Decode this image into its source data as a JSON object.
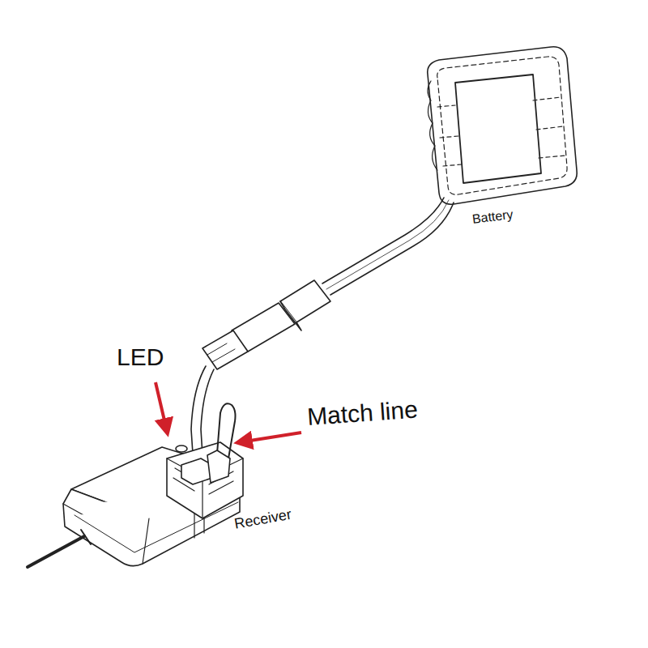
{
  "diagram": {
    "labels": [
      "LED",
      "Match line",
      "Battery",
      "Receiver"
    ]
  }
}
